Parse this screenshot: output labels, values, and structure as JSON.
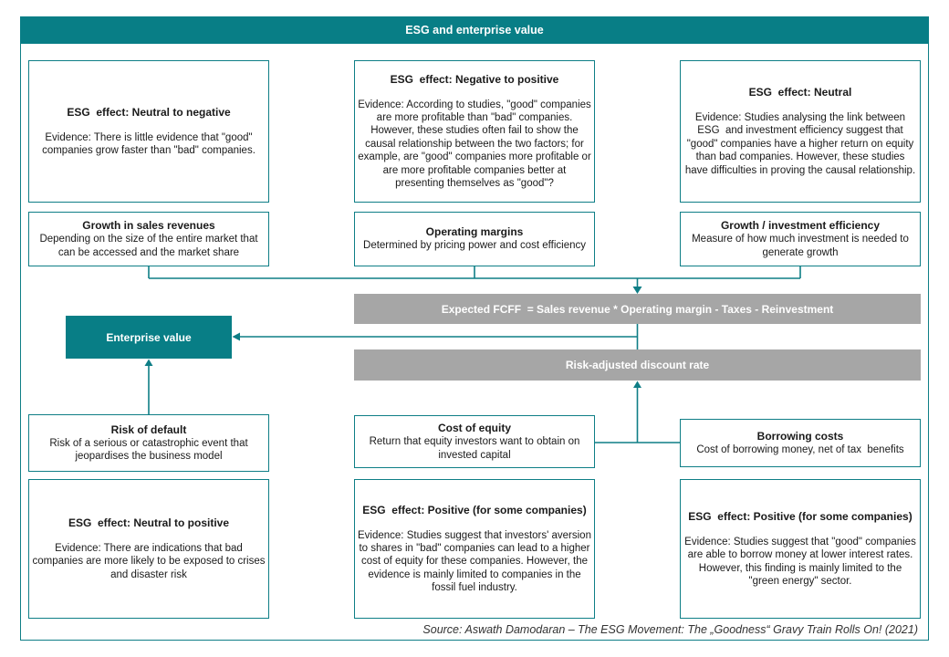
{
  "title": "ESG and enterprise value",
  "colors": {
    "accent_teal": "#087E86",
    "bar_gray": "#A6A6A6"
  },
  "top_row": [
    {
      "title": "ESG  effect: Neutral to negative",
      "body": "Evidence: There is little evidence that \"good\" companies grow faster than \"bad\" companies."
    },
    {
      "title": "ESG  effect: Negative to positive",
      "body": "Evidence: According to studies, \"good\" companies are more profitable than \"bad\" companies. However, these studies often fail to show the causal relationship between the two factors; for example, are \"good\" companies more profitable or are more profitable companies better at presenting themselves as \"good\"?"
    },
    {
      "title": "ESG  effect: Neutral",
      "body": "Evidence: Studies analysing the link between ESG  and investment efficiency suggest that \"good\" companies have a higher return on equity than bad companies. However, these studies have difficulties in proving the causal relationship."
    }
  ],
  "factor_row": [
    {
      "title": "Growth in sales revenues",
      "body": "Depending on the size of the entire market that can be accessed and the market share"
    },
    {
      "title": "Operating margins",
      "body": "Determined by pricing power and cost efficiency"
    },
    {
      "title": "Growth / investment efficiency",
      "body": "Measure of how much investment is needed to generate growth"
    }
  ],
  "flow": {
    "fcff_bar": "Expected FCFF  = Sales revenue * Operating margin - Taxes - Reinvestment",
    "enterprise_value": "Enterprise value",
    "discount_bar": "Risk-adjusted discount rate"
  },
  "mid_row": [
    {
      "title": "Risk of default",
      "body": "Risk of a serious or catastrophic event that jeopardises the business model"
    },
    {
      "title": "Cost of equity",
      "body": "Return that equity investors want to obtain on invested capital"
    },
    {
      "title": "Borrowing costs",
      "body": "Cost of borrowing money, net of tax  benefits"
    }
  ],
  "bottom_row": [
    {
      "title": "ESG  effect: Neutral to positive",
      "body": "Evidence: There are indications that bad companies are more likely to be exposed to crises and disaster risk"
    },
    {
      "title": "ESG  effect: Positive (for some companies)",
      "body": "Evidence: Studies suggest that investors' aversion to shares in \"bad\" companies can lead to a higher cost of equity for these companies. However, the evidence is mainly limited to companies in the fossil fuel industry."
    },
    {
      "title": "ESG  effect: Positive (for some companies)",
      "body": "Evidence: Studies suggest that \"good\" companies are able to borrow money at lower interest rates. However, this finding is mainly limited to the \"green energy\" sector."
    }
  ],
  "source": "Source: Aswath Damodaran – The ESG Movement: The „Goodness“ Gravy Train Rolls On! (2021)"
}
